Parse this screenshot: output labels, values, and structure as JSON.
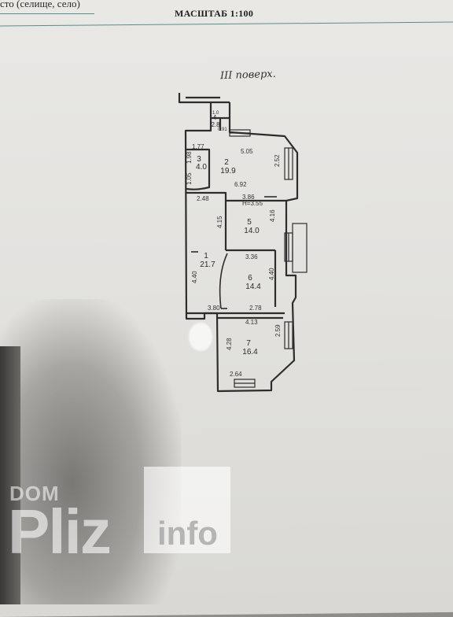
{
  "header": {
    "location_fragment": "сто (селище, село)",
    "scale": "МАСШТАБ 1:100"
  },
  "floor_label": "III поверх.",
  "rooms": [
    {
      "number": "1",
      "area": "21.7"
    },
    {
      "number": "2",
      "area": "19.9"
    },
    {
      "number": "3",
      "area": "4.0"
    },
    {
      "number": "4",
      "area": "2.8"
    },
    {
      "number": "5",
      "area": "14.0"
    },
    {
      "number": "6",
      "area": "14.4"
    },
    {
      "number": "7",
      "area": "16.4"
    }
  ],
  "dimensions": [
    "5.05",
    "2.52",
    "6.92",
    "1.77",
    "2.48",
    "3.86",
    "H=3.55",
    "4.15",
    "4.16",
    "3.36",
    "4.40",
    "4.40",
    "3.80",
    "2.78",
    "4.13",
    "2.59",
    "4.28",
    "2.64",
    "1.98",
    "0.91",
    "1.05",
    "1.0"
  ],
  "watermark": {
    "top": "DOM",
    "brand": "Pliz",
    "suffix": "info"
  },
  "colors": {
    "paper": "#e6e5e2",
    "line": "#2d2d2d",
    "rule": "#5a8f8b"
  }
}
